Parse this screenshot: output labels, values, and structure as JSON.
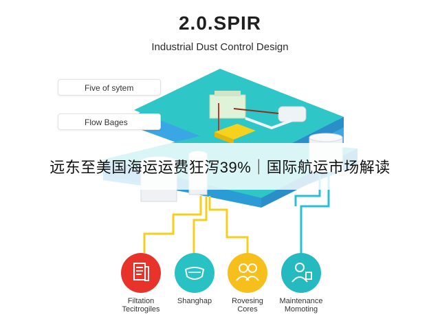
{
  "header": {
    "title": "2.0.SPIR",
    "subtitle": "Industrial Dust Control Design"
  },
  "side_labels": [
    "Five of sytem",
    "Flow Bages"
  ],
  "banner": {
    "text": "远东至美国海运运费狂泻39%｜国际航运市场解读"
  },
  "icons": [
    {
      "name": "document-icon",
      "line1": "Filtation",
      "line2": "Tecitrogiles",
      "color": "#e8332b"
    },
    {
      "name": "mask-icon",
      "line1": "Shanghap",
      "line2": "",
      "color": "#28c2c4"
    },
    {
      "name": "people-icon",
      "line1": "Rovesing",
      "line2": "Cores",
      "color": "#f6bf1c"
    },
    {
      "name": "worker-icon",
      "line1": "Maintenance",
      "line2": "Momoting",
      "color": "#25b9c0"
    }
  ],
  "colors": {
    "platform_top": "#2fc6c8",
    "platform_side": "#3aa6e4",
    "pipe_yellow": "#f5cf1d",
    "pipe_teal": "#26c0d2"
  }
}
